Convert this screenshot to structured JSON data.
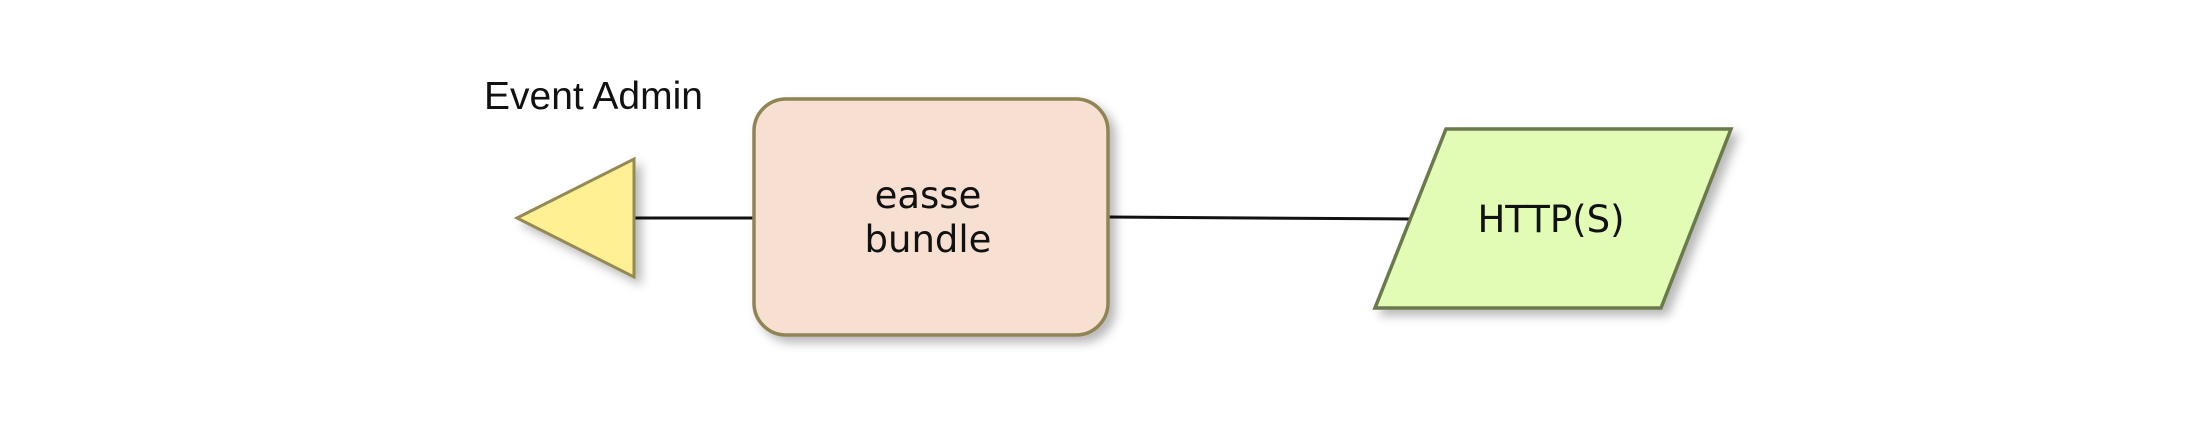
{
  "diagram": {
    "port_label": "Event Admin",
    "bundle": {
      "line1": "easse",
      "line2": "bundle"
    },
    "interface": {
      "label": "HTTP(S)"
    }
  },
  "colors": {
    "bundle_fill": "#f7e0d2",
    "bundle_stroke": "#8f8452",
    "triangle_fill": "#fff094",
    "triangle_stroke": "#958a53",
    "parallelogram_fill": "#e2fbb5",
    "parallelogram_stroke": "#6b7a4e",
    "connector": "#111111"
  }
}
